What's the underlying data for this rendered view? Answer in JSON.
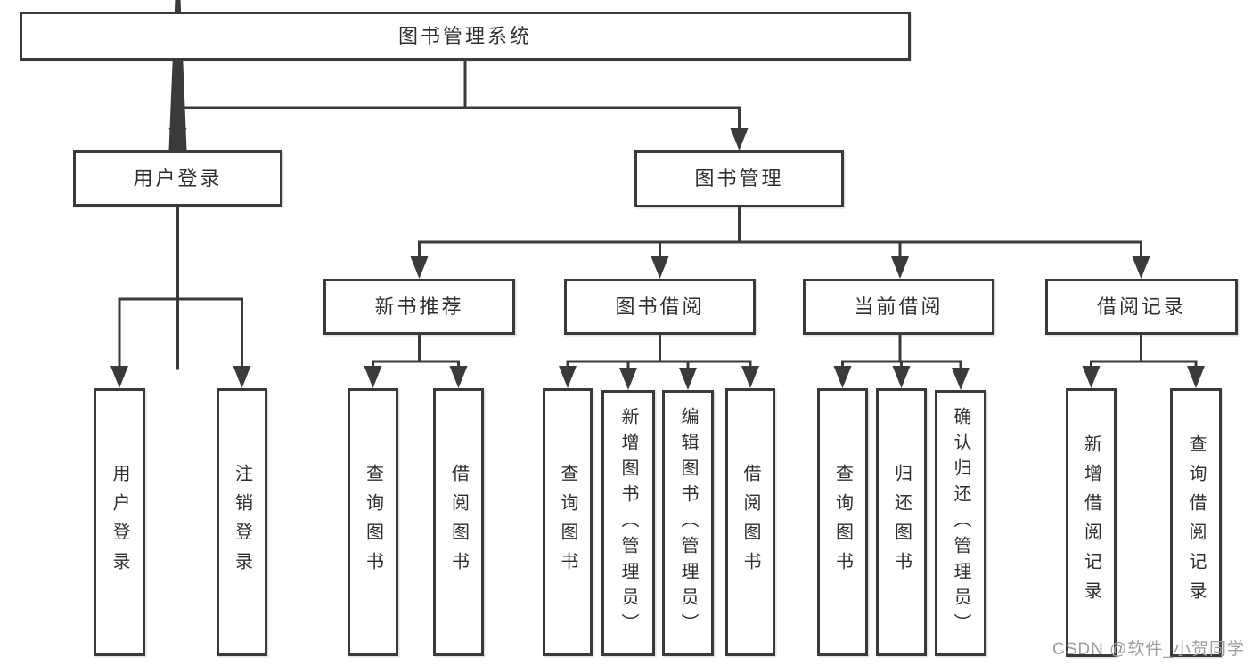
{
  "root": {
    "label": "图书管理系统"
  },
  "branches": [
    {
      "label": "用户登录",
      "children": [
        {
          "label": "用户登录"
        },
        {
          "label": "注销登录"
        }
      ]
    },
    {
      "label": "图书管理",
      "children": [
        {
          "label": "新书推荐",
          "children": [
            {
              "label": "查询图书"
            },
            {
              "label": "借阅图书"
            }
          ]
        },
        {
          "label": "图书借阅",
          "children": [
            {
              "label": "查询图书"
            },
            {
              "label": "新增图书（管理员）"
            },
            {
              "label": "编辑图书（管理员）"
            },
            {
              "label": "借阅图书"
            }
          ]
        },
        {
          "label": "当前借阅",
          "children": [
            {
              "label": "查询图书"
            },
            {
              "label": "归还图书"
            },
            {
              "label": "确认归还（管理员）"
            }
          ]
        },
        {
          "label": "借阅记录",
          "children": [
            {
              "label": "新增借阅记录"
            },
            {
              "label": "查询借阅记录"
            }
          ]
        }
      ]
    }
  ],
  "watermark": "CSDN @软件_小贺同学",
  "colors": {
    "line": "#3a3a3a",
    "text": "#2f2f2f",
    "watermark": "#9e9e9e",
    "background": "#ffffff"
  }
}
